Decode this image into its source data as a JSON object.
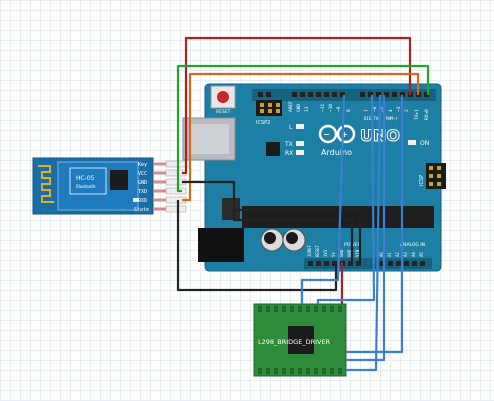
{
  "hc05": {
    "name": "HC-05",
    "subtitle": "Bluetooth",
    "pins": [
      "Key",
      "VCC",
      "GND",
      "TXD",
      "RXD",
      "State"
    ]
  },
  "arduino": {
    "reset_label": "RESET",
    "icsp2_label": "ICSP2",
    "l_label": "L",
    "tx_label": "TX",
    "rx_label": "RX",
    "logo_text": "Arduino",
    "model": "UNO",
    "on_label": "ON",
    "icsp_label": "ICSP",
    "header_top_labels": [
      "AREF",
      "GND",
      "13",
      "~11",
      "~10",
      "~9",
      "8",
      "7",
      "~6",
      "~5",
      "4",
      "~3",
      "2",
      "TX▸1",
      "RX◂0"
    ],
    "digital_label": "DIGITAL (PWM~)",
    "power_label": "POWER",
    "analog_label": "ANALOG IN",
    "header_bottom_labels": [
      "IOREF",
      "RESET",
      "3V3",
      "5V",
      "GND",
      "GND",
      "VIN",
      "A0",
      "A1",
      "A2",
      "A3",
      "A4",
      "A5"
    ]
  },
  "l298": {
    "name": "L298_BRIDGE_DRIVER"
  },
  "colors": {
    "board": "#1d7fa3",
    "hc05_board": "#1a6ea8",
    "l298_board": "#2e8b3a",
    "wire_red": "#b01e1e",
    "wire_green": "#22a52c",
    "wire_orange": "#d2691e",
    "wire_black": "#222222",
    "wire_blue": "#3b7fd4"
  }
}
